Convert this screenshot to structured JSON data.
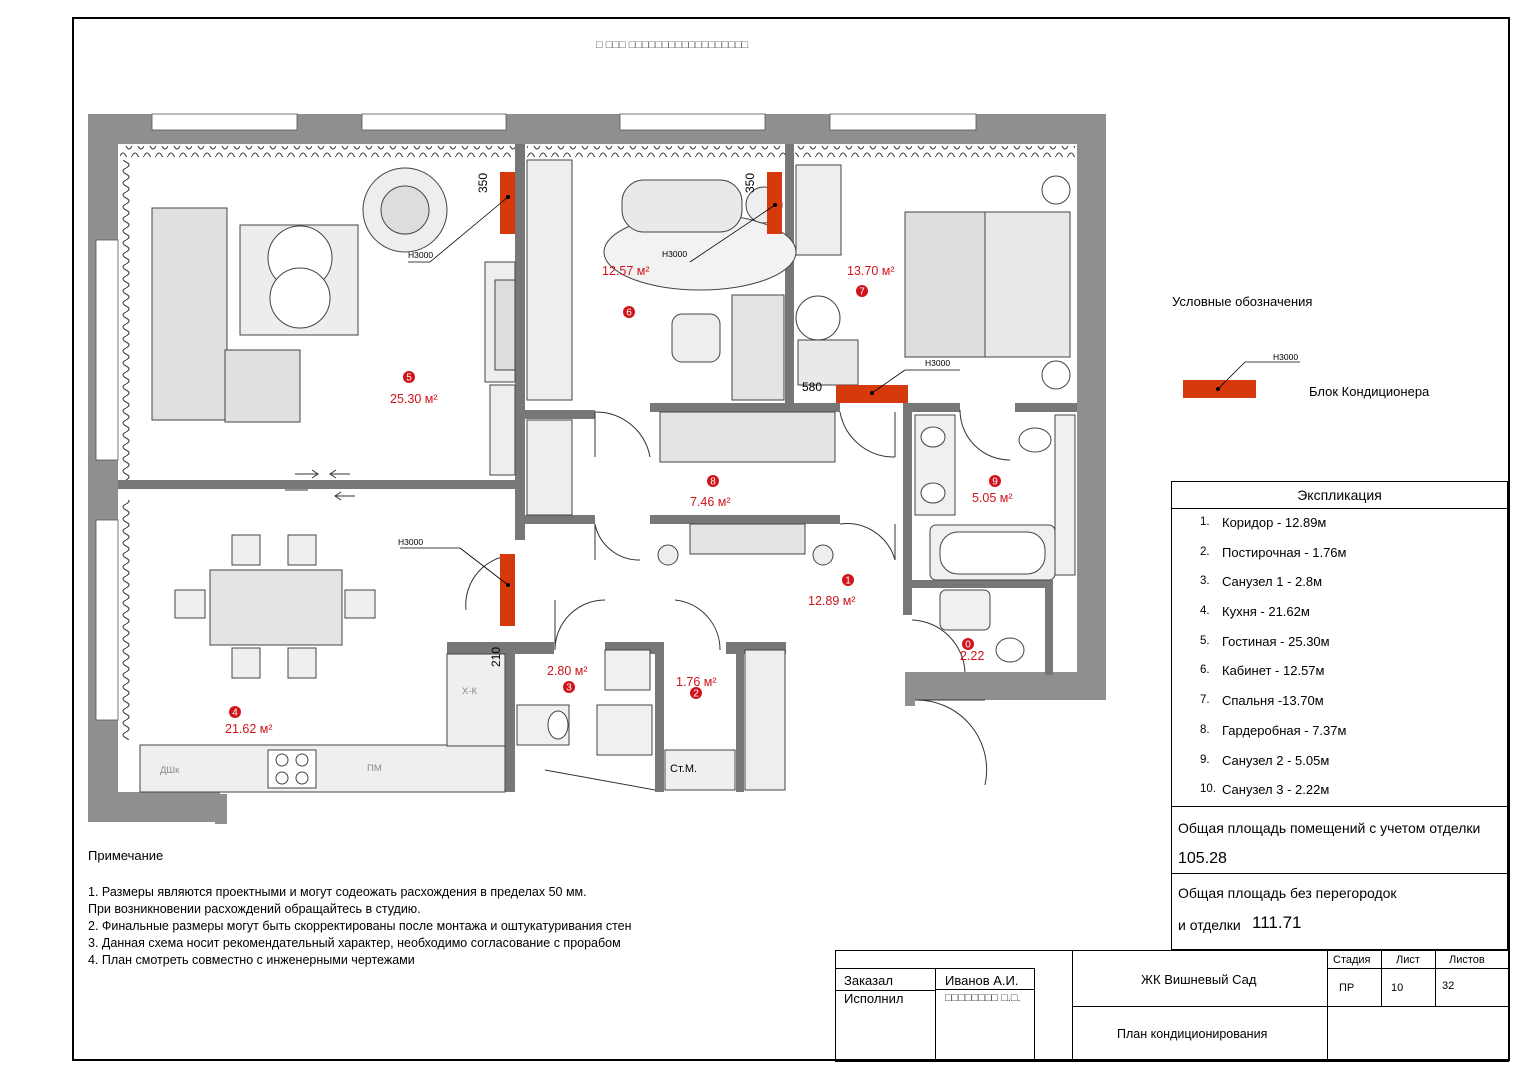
{
  "header": {
    "caption": "□ □□□ □□□□□□□□□□□□□□□□□□"
  },
  "legend": {
    "title": "Условные обозначения",
    "ac_height": "Н3000",
    "ac_label": "Блок Кондиционера"
  },
  "rooms": [
    {
      "no": "1",
      "area": "12.89 м²"
    },
    {
      "no": "2",
      "area": "1.76 м²"
    },
    {
      "no": "3",
      "area": "2.80 м²"
    },
    {
      "no": "4",
      "area": "21.62 м²"
    },
    {
      "no": "5",
      "area": "25.30 м²"
    },
    {
      "no": "6",
      "area": "12.57 м²"
    },
    {
      "no": "7",
      "area": "13.70 м²"
    },
    {
      "no": "8",
      "area": "7.46 м²"
    },
    {
      "no": "9",
      "area": "5.05 м²"
    },
    {
      "no": "0",
      "area": "2.22"
    }
  ],
  "plan_labels": {
    "h1": "Н3000",
    "h2": "Н3000",
    "h3": "Н3000",
    "h4": "Н3000",
    "dim350a": "350",
    "dim350b": "350",
    "dim580": "580",
    "dim210": "210",
    "xk": "Х-К",
    "dsh": "ДШк",
    "pm": "ПМ",
    "stm": "Ст.М."
  },
  "explication": {
    "title": "Экспликация",
    "rows": [
      {
        "n": "1.",
        "v": "Коридор -  12.89м"
      },
      {
        "n": "2.",
        "v": " Постирочная - 1.76м"
      },
      {
        "n": "3.",
        "v": "Санузел 1 - 2.8м"
      },
      {
        "n": "4.",
        "v": "Кухня - 21.62м"
      },
      {
        "n": "5.",
        "v": "Гостиная - 25.30м"
      },
      {
        "n": "6.",
        "v": "Кабинет - 12.57м"
      },
      {
        "n": "7.",
        "v": "Спальня -13.70м"
      },
      {
        "n": "8.",
        "v": "Гардеробная - 7.37м"
      },
      {
        "n": "9.",
        "v": "Санузел 2 - 5.05м"
      },
      {
        "n": "10.",
        "v": "Санузел 3 - 2.22м"
      }
    ]
  },
  "totals": {
    "label1": "Общая площадь помещений с учетом отделки",
    "value1": "105.28",
    "label2": "Общая площадь без перегородок",
    "label2b": "и отделки",
    "value2": "111.71"
  },
  "notes": {
    "title": "Примечание",
    "lines": [
      "1. Размеры являются проектными и могут содеожать расхождения в пределах 50 мм.",
      "При возникновении расхождений обращайтесь в студию.",
      "2. Финальные размеры могут быть скорректированы после монтажа и оштукатуривания стен",
      "3. Данная схема носит рекомендательный характер, необходимо согласование с прорабом",
      "4. План смотреть совместно с инженерными чертежами"
    ]
  },
  "stamp": {
    "ordered_label": "Заказал",
    "ordered_value": "Иванов А.И.",
    "executed_label": "Исполнил",
    "executed_value": "□□□□□□□□ □.□.",
    "project": "ЖК Вишневый Сад",
    "sheet_title": "План кондиционирования",
    "stage_label": "Стадия",
    "sheet_label": "Лист",
    "sheets_label": "Листов",
    "stage": "ПР",
    "sheet": "10",
    "sheets": "32"
  },
  "colors": {
    "ac_unit": "#d63a0c",
    "room_badge": "#d0131a",
    "wall": "#8f8f8f"
  }
}
